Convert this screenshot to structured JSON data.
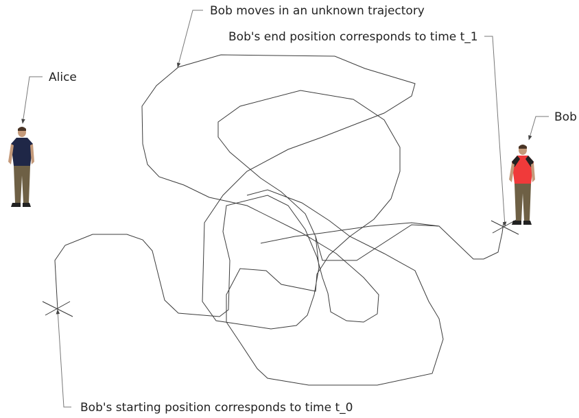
{
  "labels": {
    "trajectory": "Bob moves in an unknown trajectory",
    "end_position": "Bob's end position corresponds to time t_1",
    "alice": "Alice",
    "bob": "Bob",
    "start_position": "Bob's starting position corresponds to time t_0"
  },
  "figures": {
    "alice": {
      "shirt_color": "#1f2747",
      "pants_color": "#6e6045"
    },
    "bob": {
      "shirt_color": "#f03a3a",
      "shirt_trim_color": "#222222",
      "pants_color": "#6e6045"
    }
  },
  "colors": {
    "line": "#333333",
    "leader": "#777777",
    "background": "#ffffff"
  }
}
